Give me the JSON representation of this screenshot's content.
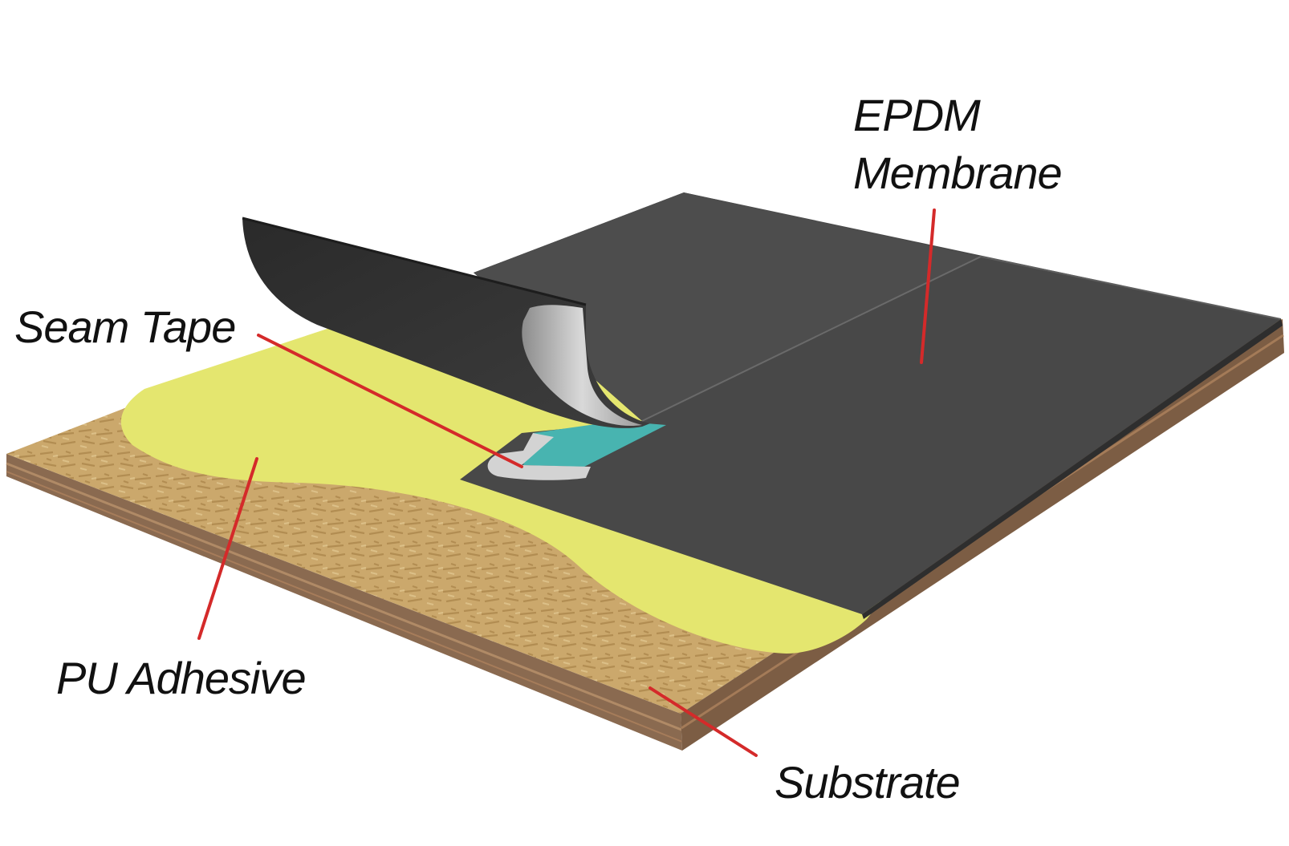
{
  "labels": {
    "epdm_line1": "EPDM",
    "epdm_line2": "Membrane",
    "seam_tape": "Seam Tape",
    "pu_adhesive": "PU Adhesive",
    "substrate": "Substrate"
  },
  "colors": {
    "leader_line": "#d42a2a",
    "membrane": "#474747",
    "adhesive": "#e6e872",
    "seam_tape": "#47b5b1",
    "substrate": "#c9a56a",
    "substrate_edge": "#8f6a4a"
  }
}
